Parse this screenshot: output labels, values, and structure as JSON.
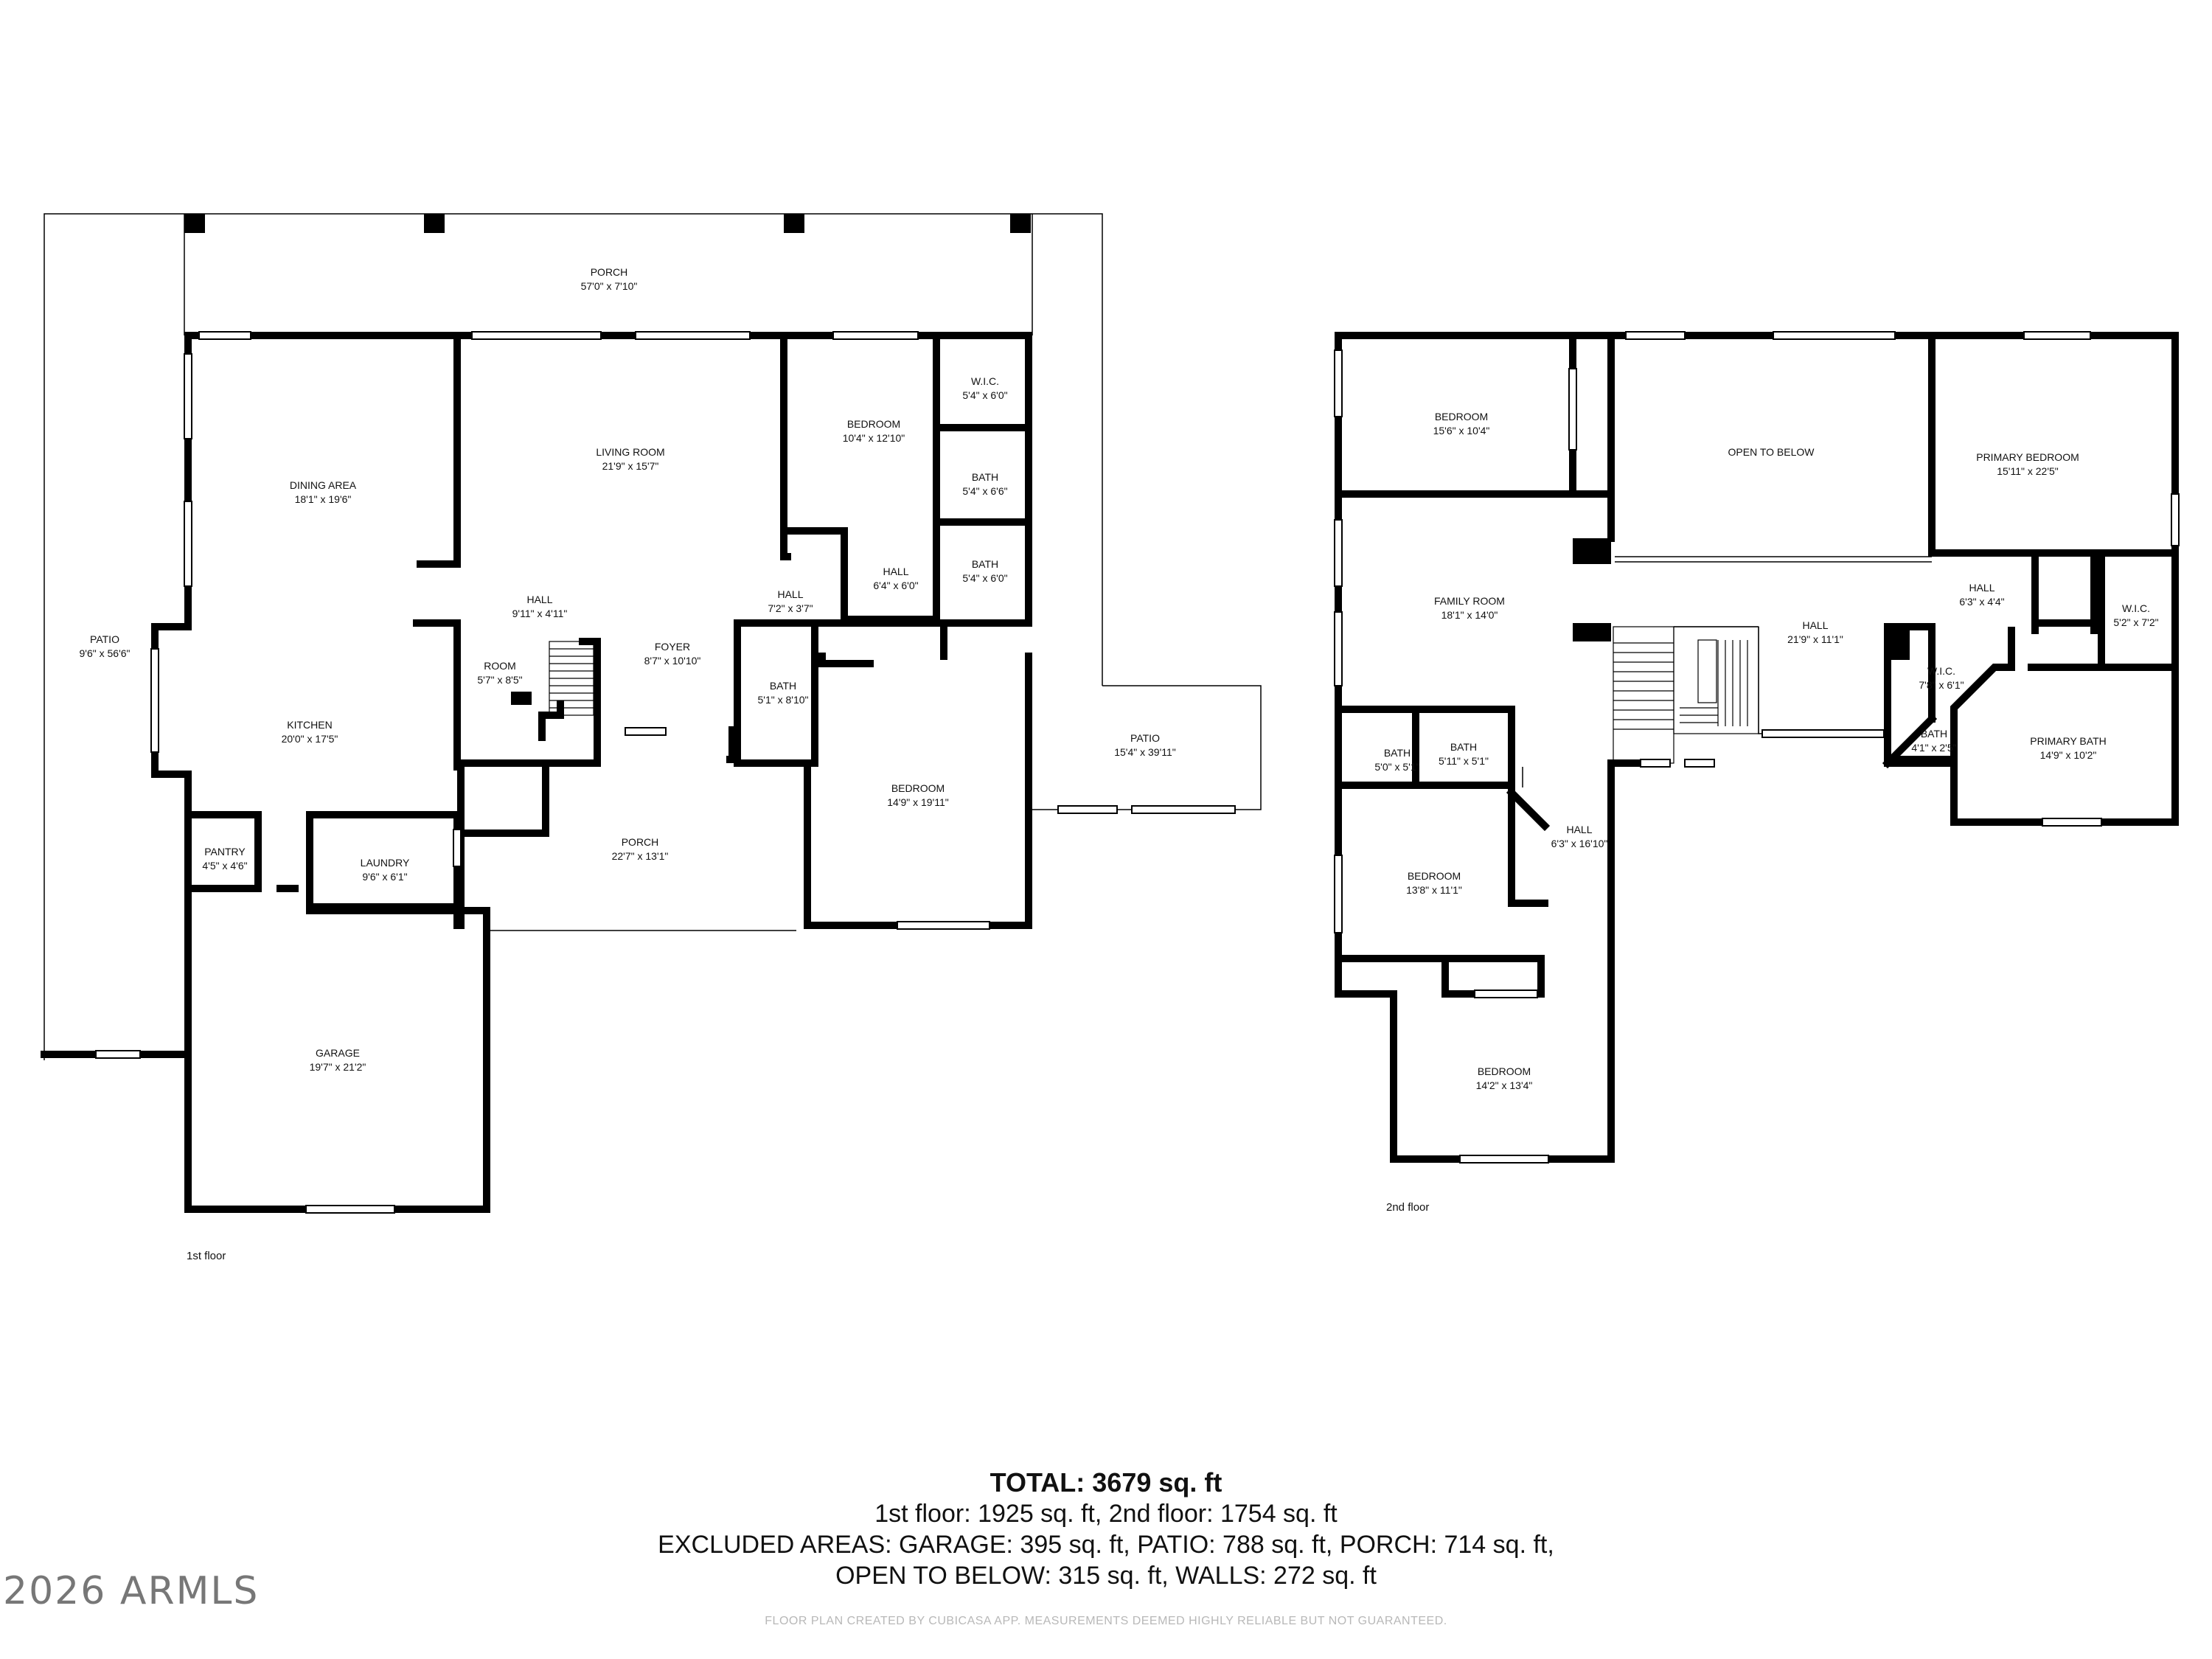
{
  "first_floor": {
    "label": "1st floor",
    "rooms": [
      {
        "name": "PORCH",
        "dims": "57'0\" x 7'10\""
      },
      {
        "name": "DINING AREA",
        "dims": "18'1\" x 19'6\""
      },
      {
        "name": "LIVING ROOM",
        "dims": "21'9\" x 15'7\""
      },
      {
        "name": "BEDROOM",
        "dims": "10'4\" x 12'10\""
      },
      {
        "name": "W.I.C.",
        "dims": "5'4\" x 6'0\""
      },
      {
        "name": "BATH",
        "dims": "5'4\" x 6'6\""
      },
      {
        "name": "BATH",
        "dims": "5'4\" x 6'0\""
      },
      {
        "name": "HALL",
        "dims": "6'4\" x 6'0\""
      },
      {
        "name": "HALL",
        "dims": "7'2\" x 3'7\""
      },
      {
        "name": "HALL",
        "dims": "9'11\" x 4'11\""
      },
      {
        "name": "PATIO",
        "dims": "9'6\" x 56'6\""
      },
      {
        "name": "ROOM",
        "dims": "5'7\" x 8'5\""
      },
      {
        "name": "FOYER",
        "dims": "8'7\" x 10'10\""
      },
      {
        "name": "BATH",
        "dims": "5'1\" x 8'10\""
      },
      {
        "name": "KITCHEN",
        "dims": "20'0\" x 17'5\""
      },
      {
        "name": "PATIO",
        "dims": "15'4\" x 39'11\""
      },
      {
        "name": "BEDROOM",
        "dims": "14'9\" x 19'11\""
      },
      {
        "name": "PORCH",
        "dims": "22'7\" x 13'1\""
      },
      {
        "name": "PANTRY",
        "dims": "4'5\" x 4'6\""
      },
      {
        "name": "LAUNDRY",
        "dims": "9'6\" x 6'1\""
      },
      {
        "name": "GARAGE",
        "dims": "19'7\" x 21'2\""
      }
    ]
  },
  "second_floor": {
    "label": "2nd floor",
    "rooms": [
      {
        "name": "BEDROOM",
        "dims": "15'6\" x 10'4\""
      },
      {
        "name": "OPEN TO BELOW",
        "dims": ""
      },
      {
        "name": "PRIMARY BEDROOM",
        "dims": "15'11\" x 22'5\""
      },
      {
        "name": "FAMILY ROOM",
        "dims": "18'1\" x 14'0\""
      },
      {
        "name": "HALL",
        "dims": "6'3\" x 4'4\""
      },
      {
        "name": "W.I.C.",
        "dims": "5'2\" x 7'2\""
      },
      {
        "name": "HALL",
        "dims": "21'9\" x 11'1\""
      },
      {
        "name": "W.I.C.",
        "dims": "7'8\" x 6'1\""
      },
      {
        "name": "BATH",
        "dims": "5'0\" x 5'1\""
      },
      {
        "name": "BATH",
        "dims": "5'11\" x 5'1\""
      },
      {
        "name": "BATH",
        "dims": "4'1\" x 2'5\""
      },
      {
        "name": "PRIMARY BATH",
        "dims": "14'9\" x 10'2\""
      },
      {
        "name": "HALL",
        "dims": "6'3\" x 16'10\""
      },
      {
        "name": "BEDROOM",
        "dims": "13'8\" x 11'1\""
      },
      {
        "name": "BEDROOM",
        "dims": "14'2\" x 13'4\""
      }
    ]
  },
  "summary": {
    "total": "TOTAL: 3679 sq. ft",
    "line1": "1st floor: 1925 sq. ft, 2nd floor: 1754 sq. ft",
    "line2": "EXCLUDED AREAS: GARAGE: 395 sq. ft, PATIO: 788 sq. ft, PORCH: 714 sq. ft,",
    "line3": "OPEN TO BELOW: 315 sq. ft, WALLS: 272 sq. ft"
  },
  "credit": "FLOOR PLAN CREATED BY CUBICASA APP. MEASUREMENTS DEEMED HIGHLY RELIABLE BUT NOT GUARANTEED.",
  "copyright": "2026 ARMLS"
}
